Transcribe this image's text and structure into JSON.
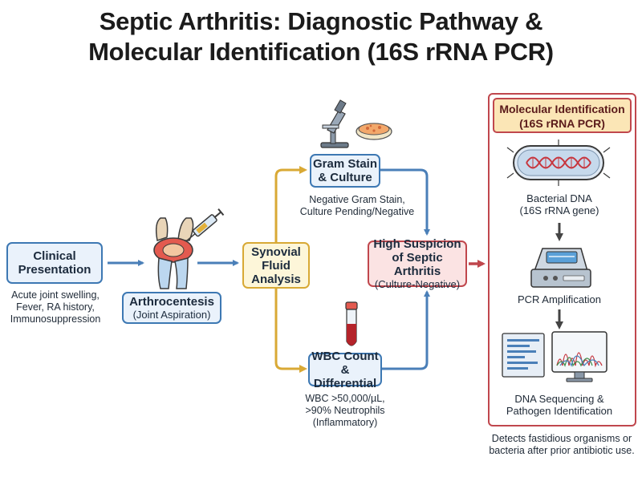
{
  "title": {
    "line1": "Septic Arthritis: Diagnostic Pathway &",
    "line2": "Molecular Identification (16S rRNA PCR)"
  },
  "clinical": {
    "title_line1": "Clinical",
    "title_line2": "Presentation",
    "caption_line1": "Acute joint swelling,",
    "caption_line2": "Fever, RA history,",
    "caption_line3": "Immunosuppression"
  },
  "arthrocentesis": {
    "title": "Arthrocentesis",
    "subtitle": "(Joint Aspiration)"
  },
  "synovial": {
    "line1": "Synovial",
    "line2": "Fluid",
    "line3": "Analysis"
  },
  "gram": {
    "title_line1": "Gram Stain",
    "title_line2": "& Culture",
    "caption_line1": "Negative Gram Stain,",
    "caption_line2": "Culture Pending/Negative"
  },
  "wbc": {
    "title_line1": "WBC Count &",
    "title_line2": "Differential",
    "caption_line1": "WBC >50,000/µL,",
    "caption_line2": ">90% Neutrophils",
    "caption_line3": "(Inflammatory)"
  },
  "suspicion": {
    "line1": "High Suspicion",
    "line2": "of Septic Arthritis",
    "subtitle": "(Culture-Negative)"
  },
  "molecular": {
    "header_line1": "Molecular Identification",
    "header_line2": "(16S rRNA PCR)",
    "dna_line1": "Bacterial DNA",
    "dna_line2": "(16S rRNA gene)",
    "pcr": "PCR Amplification",
    "seq_line1": "DNA Sequencing &",
    "seq_line2": "Pathogen Identification"
  },
  "footnote": {
    "line1": "Detects fastidious organisms or",
    "line2": "bacteria after prior antibiotic use."
  },
  "colors": {
    "blue_arrow": "#4a7fb8",
    "yellow_arrow": "#d9a935",
    "red_arrow": "#c0474d",
    "dark_arrow": "#444444"
  },
  "icons": [
    "knee-joint-syringe-icon",
    "microscope-icon",
    "petri-dish-icon",
    "blood-tube-icon",
    "bacterium-dna-icon",
    "pcr-machine-icon",
    "sequencing-monitor-icon"
  ]
}
